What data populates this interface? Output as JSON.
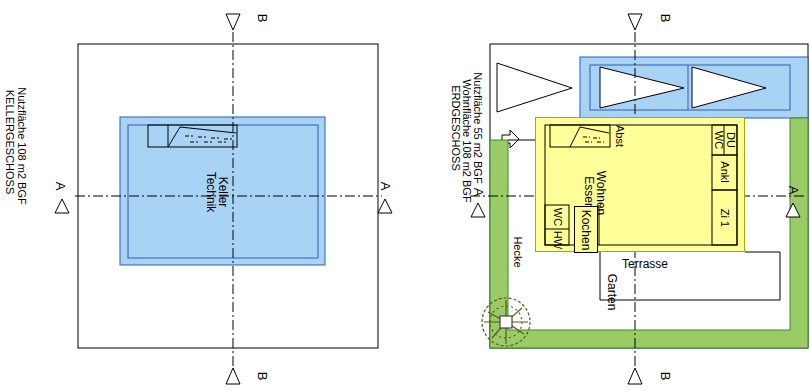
{
  "diagram": {
    "nodes": [
      {
        "text": [
          "Keller Technik"
        ]
      },
      {
        "text": [
          "Wohnen Essen"
        ]
      },
      {
        "text": [
          "Kochen"
        ],
        "in": 1
      }
    ],
    "labels": [
      "B",
      "A",
      "A",
      "B",
      "KELLERGESCHOSS",
      "Nutzfläche 108 m2 BGF",
      "ERDGESCHOSS",
      "Wohnfläche 108 m2 BGF",
      "Nutzfläche 55 m2 BGF",
      "B",
      "A",
      "B",
      "A",
      "Abst",
      "WC",
      "DU",
      "Ankl",
      "Zi 1",
      "WC",
      "HW",
      "Terrasse",
      "Garten",
      "Hecke"
    ]
  }
}
